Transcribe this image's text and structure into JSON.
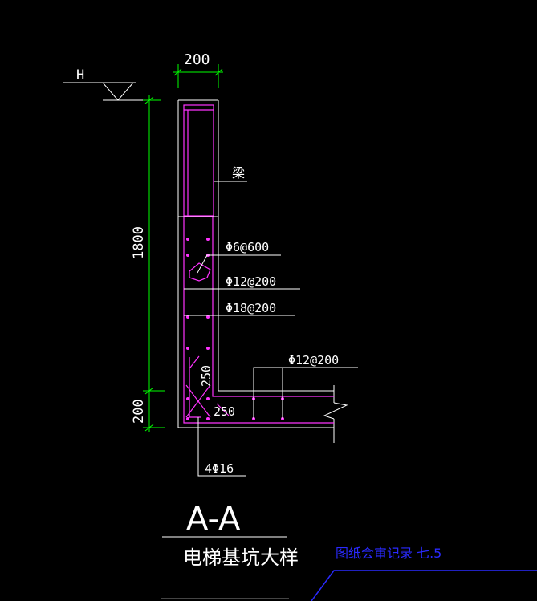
{
  "drawing": {
    "title": "A-A",
    "subtitle": "电梯基坑大样",
    "stamp": "图纸会审记录 七.5",
    "level_mark": "H",
    "labels": {
      "wall_width": "200",
      "height_main": "1800",
      "height_slab": "200",
      "beam": "梁",
      "tie_bar": "Φ6@600",
      "horizontal_bar": "Φ12@200",
      "vertical_bar": "Φ18@200",
      "slab_bar": "Φ12@200",
      "haunch_v": "250",
      "haunch_h": "250",
      "corner_bars": "4Φ16"
    },
    "colors": {
      "background": "#000000",
      "outline": "#ffffff",
      "rebar": "#ff33ff",
      "dimension": "#00ff00",
      "stamp": "#2a2aff"
    }
  }
}
